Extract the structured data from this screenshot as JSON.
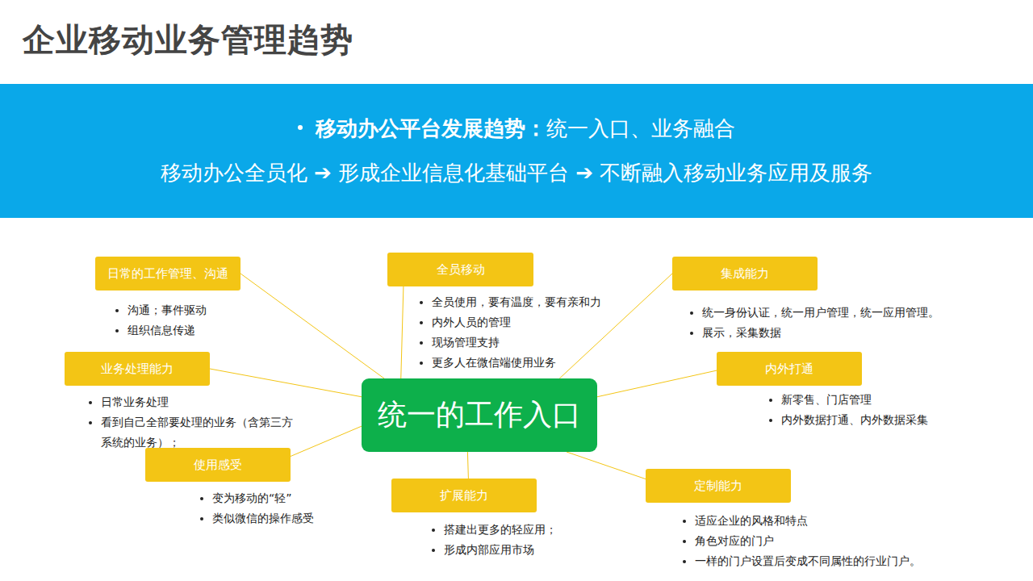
{
  "diagram": {
    "title": "企业移动业务管理趋势",
    "nodes": [
      {
        "text": [
          "移动办公平台发展趋势：",
          "统一入口、业务融合",
          "移动办公全员化 ➔ 形成企业信息化基础平台 ➔ 不断融入移动业务应用及服务"
        ]
      },
      {
        "text": [
          "日常的工作管理、沟通",
          "沟通；事件驱动",
          "组织信息传递"
        ]
      },
      {
        "text": [
          "全员移动",
          "全员使用，要有温度，要有亲和力",
          "内外人员的管理",
          "现场管理支持",
          "更多人在微信端使用业务"
        ]
      },
      {
        "text": [
          "集成能力",
          "统一身份认证，统一用户管理，统一应用管理。",
          "展示，采集数据"
        ]
      },
      {
        "text": [
          "业务处理能力",
          "日常业务处理",
          "看到自己全部要处理的业务（含第三方系统的业务）；"
        ]
      },
      {
        "text": [
          "统一的工作入口"
        ]
      },
      {
        "text": [
          "内外打通",
          "新零售、门店管理",
          "内外数据打通、内外数据采集"
        ]
      },
      {
        "text": [
          "使用感受",
          "变为移动的“轻”",
          "类似微信的操作感受"
        ]
      },
      {
        "text": [
          "扩展能力",
          "搭建出更多的轻应用；",
          "形成内部应用市场"
        ]
      },
      {
        "text": [
          "定制能力",
          "适应企业的风格和特点",
          "角色对应的门户",
          "一样的门户设置后变成不同属性的行业门户。"
        ]
      }
    ],
    "edges": [
      {
        "from": 5,
        "to": 1,
        "arrow": "none"
      },
      {
        "from": 5,
        "to": 2,
        "arrow": "none"
      },
      {
        "from": 5,
        "to": 3,
        "arrow": "none"
      },
      {
        "from": 5,
        "to": 4,
        "arrow": "none"
      },
      {
        "from": 5,
        "to": 6,
        "arrow": "none"
      },
      {
        "from": 5,
        "to": 7,
        "arrow": "none"
      },
      {
        "from": 5,
        "to": 8,
        "arrow": "none"
      },
      {
        "from": 5,
        "to": 9,
        "arrow": "none"
      }
    ]
  }
}
